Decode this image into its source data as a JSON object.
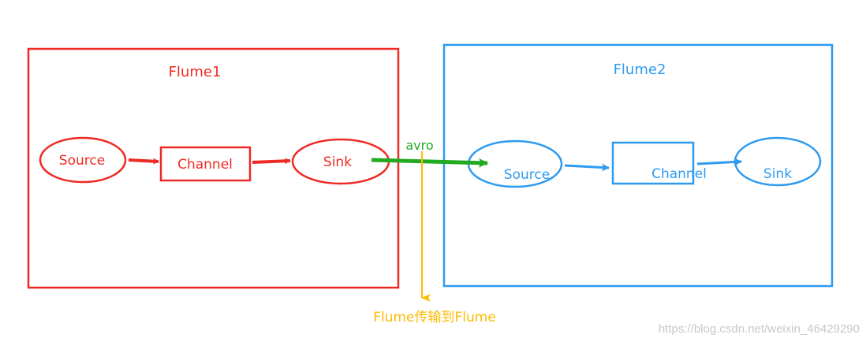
{
  "flume1": {
    "title": "Flume1",
    "source": "Source",
    "channel": "Channel",
    "sink": "Sink"
  },
  "flume2": {
    "title": "Flume2",
    "source": "Source",
    "channel": "Channel",
    "sink": "Sink"
  },
  "link": {
    "protocol": "avro",
    "annotation": "Flume传输到Flume"
  },
  "watermark": "https://blog.csdn.net/weixin_46429290",
  "colors": {
    "flume1": "#ee2a24",
    "flume2": "#2e9bf0",
    "avro": "#22aa22",
    "annotation": "#ffbb00",
    "watermark": "#c8c8c8"
  }
}
